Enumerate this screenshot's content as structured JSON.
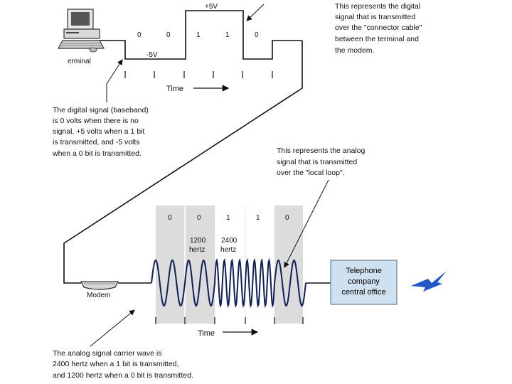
{
  "terminal": {
    "label": "erminal"
  },
  "digital": {
    "volt_high": "+5V",
    "volt_low": "-5V",
    "bits": [
      "0",
      "0",
      "1",
      "1",
      "0"
    ],
    "time_label": "Time"
  },
  "notes": {
    "digital_represents": [
      "This represents the digital",
      "signal that is transmitted",
      "over the \"connector cable\"",
      "between the terminal and",
      "the modem."
    ],
    "baseband": [
      "The digital signal (baseband)",
      "is 0 volts when there is no",
      "signal, +5 volts when a 1 bit",
      "is transmitted, and -5 volts",
      "when a 0 bit is transmitted."
    ],
    "analog_represents": [
      "This represents the analog",
      "signal that is transmitted",
      "over the \"local loop\"."
    ],
    "carrier": [
      "The analog signal carrier wave is",
      "2400 hertz when a 1 bit is transmitted,",
      "and 1200 hertz when a 0 bit is transmitted."
    ]
  },
  "analog": {
    "bits": [
      "0",
      "0",
      "1",
      "1",
      "0"
    ],
    "freq_low": [
      "1200",
      "hertz"
    ],
    "freq_high": [
      "2400",
      "hertz"
    ],
    "time_label": "Time"
  },
  "modem": {
    "label": "Modem"
  },
  "office": {
    "lines": [
      "Telephone",
      "company",
      "central office"
    ]
  },
  "colors": {
    "band_fill": "#dcdcdc",
    "office_fill": "#cfe0ef",
    "office_stroke": "#6a7f99",
    "lightning": "#1f56c8",
    "wave": "#0f1f5a"
  }
}
